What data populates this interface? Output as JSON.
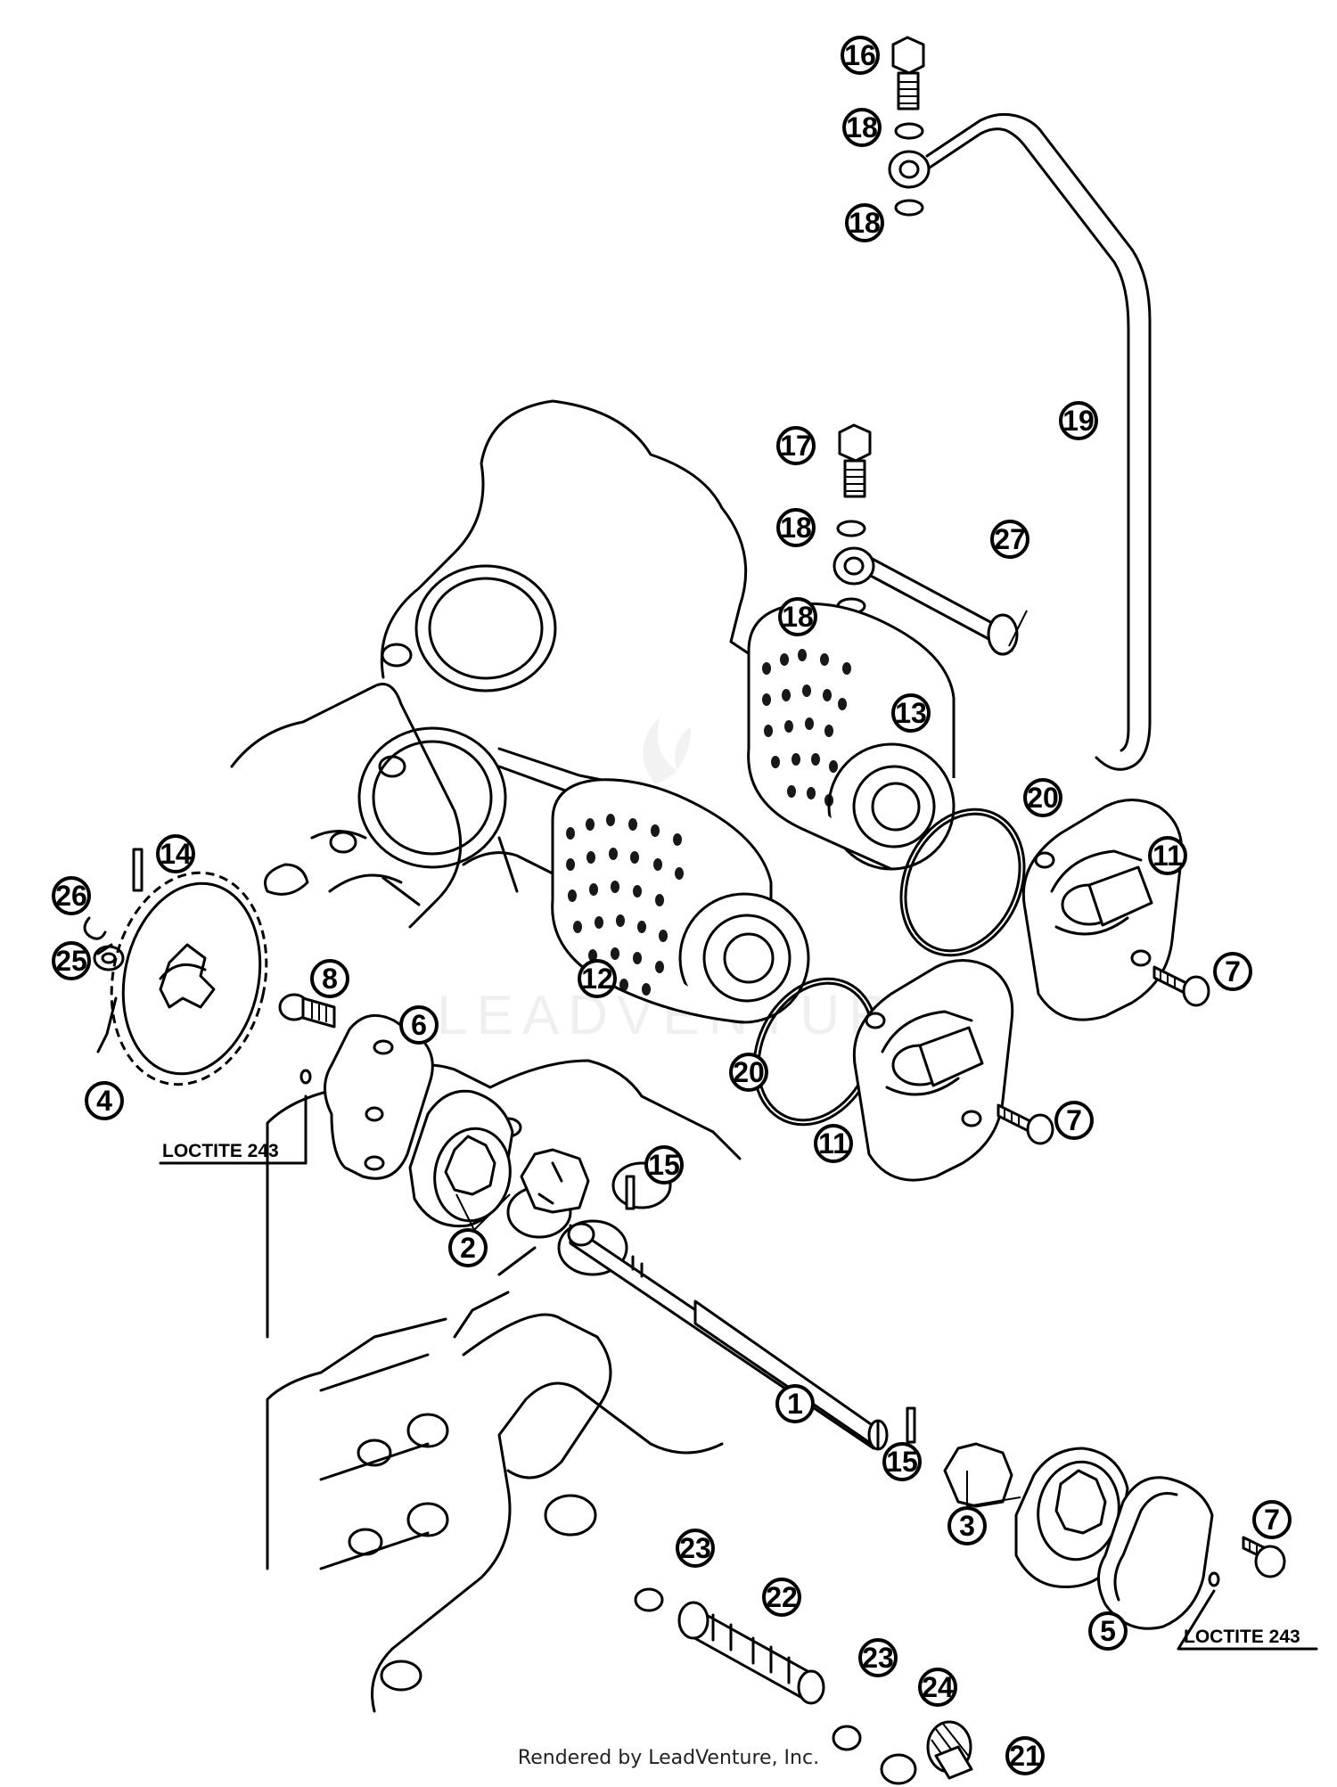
{
  "watermark": "LEADVENTURE",
  "footer": "Rendered by LeadVenture, Inc.",
  "notes": [
    "LOCTITE 243",
    "LOCTITE 243"
  ],
  "callouts": [
    {
      "label": "1"
    },
    {
      "label": "2"
    },
    {
      "label": "3"
    },
    {
      "label": "4"
    },
    {
      "label": "5"
    },
    {
      "label": "6"
    },
    {
      "label": "7"
    },
    {
      "label": "7"
    },
    {
      "label": "7"
    },
    {
      "label": "8"
    },
    {
      "label": "11"
    },
    {
      "label": "11"
    },
    {
      "label": "12"
    },
    {
      "label": "13"
    },
    {
      "label": "14"
    },
    {
      "label": "15"
    },
    {
      "label": "15"
    },
    {
      "label": "16"
    },
    {
      "label": "17"
    },
    {
      "label": "18"
    },
    {
      "label": "18"
    },
    {
      "label": "18"
    },
    {
      "label": "18"
    },
    {
      "label": "19"
    },
    {
      "label": "20"
    },
    {
      "label": "20"
    },
    {
      "label": "21"
    },
    {
      "label": "22"
    },
    {
      "label": "23"
    },
    {
      "label": "23"
    },
    {
      "label": "24"
    },
    {
      "label": "25"
    },
    {
      "label": "26"
    },
    {
      "label": "27"
    }
  ]
}
